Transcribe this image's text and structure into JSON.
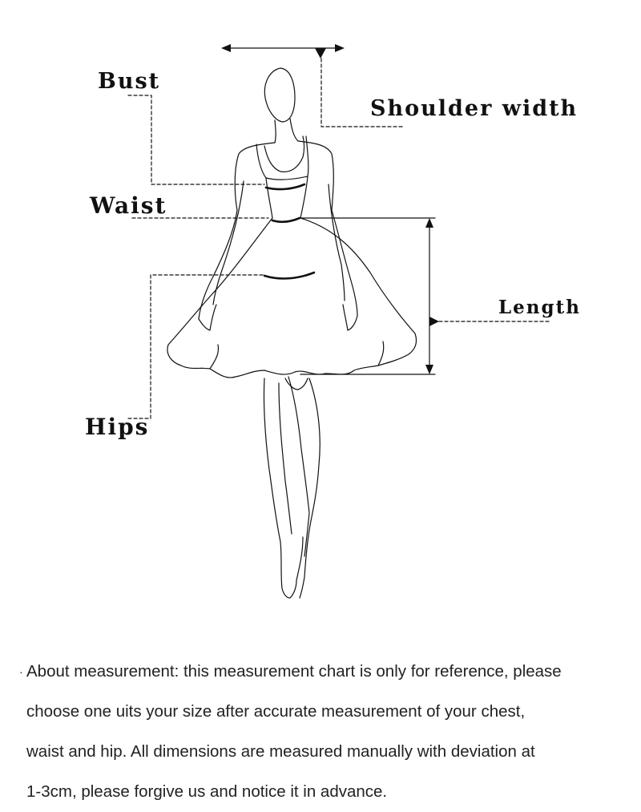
{
  "labels": {
    "bust": "Bust",
    "shoulder_width": "Shoulder width",
    "waist": "Waist",
    "length": "Length",
    "hips": "Hips"
  },
  "note": {
    "bullet": "·",
    "lines": [
      "About measurement: this measurement chart is only for reference, please",
      "choose one uits your size after accurate measurement of your chest,",
      "waist and hip. All dimensions are measured manually with deviation at",
      "1-3cm, please forgive us and notice it in advance."
    ]
  }
}
